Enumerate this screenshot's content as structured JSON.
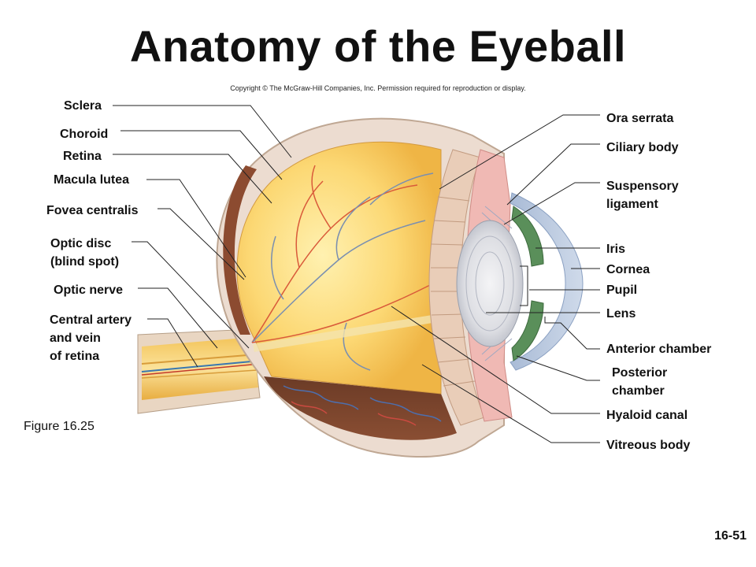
{
  "title": "Anatomy of the Eyeball",
  "copyright": "Copyright © The McGraw-Hill Companies, Inc. Permission required for reproduction or display.",
  "figure": "Figure 16.25",
  "page_number": "16-51",
  "labels_left": {
    "sclera": "Sclera",
    "choroid": "Choroid",
    "retina": "Retina",
    "macula_lutea": "Macula lutea",
    "fovea_centralis": "Fovea centralis",
    "optic_disc": "Optic disc\n(blind spot)",
    "optic_nerve": "Optic nerve",
    "central_artery": "Central artery\nand vein\nof retina"
  },
  "labels_right": {
    "ora_serrata": "Ora serrata",
    "ciliary_body": "Ciliary body",
    "suspensory_ligament": "Suspensory\nligament",
    "iris": "Iris",
    "cornea": "Cornea",
    "pupil": "Pupil",
    "lens": "Lens",
    "anterior_chamber": "Anterior chamber",
    "posterior_chamber": "Posterior\nchamber",
    "hyaloid_canal": "Hyaloid canal",
    "vitreous_body": "Vitreous body"
  }
}
